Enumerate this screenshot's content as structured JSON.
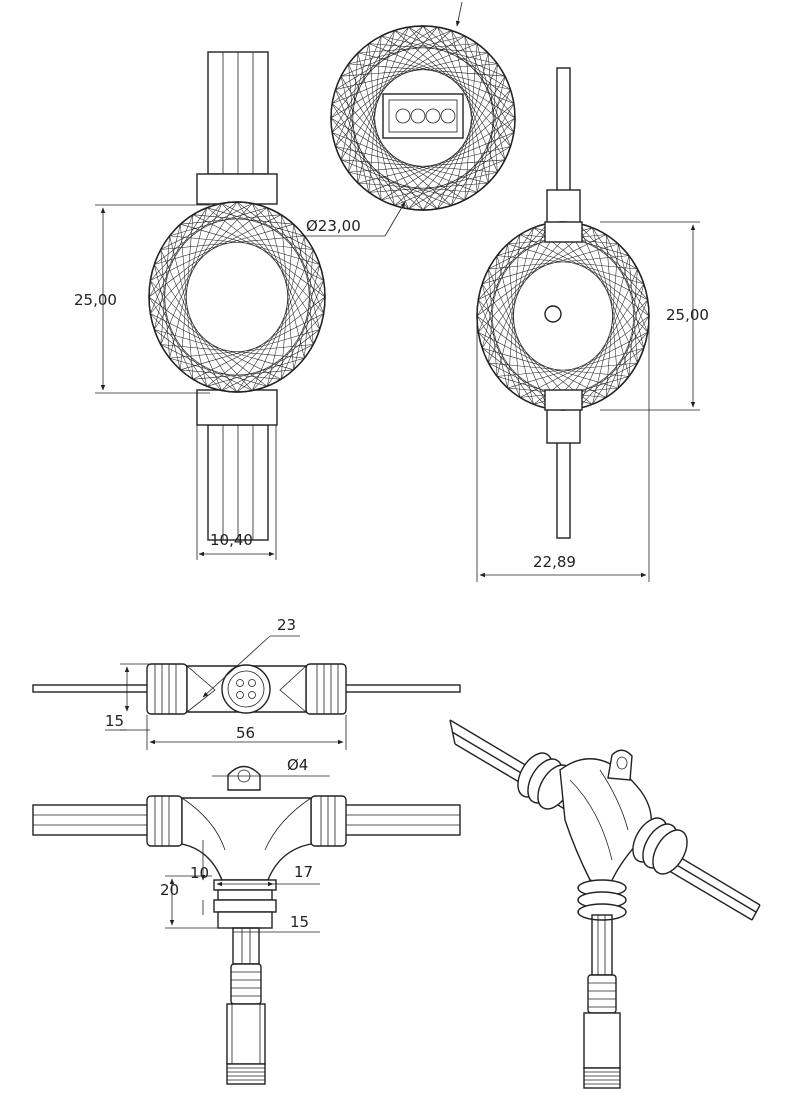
{
  "dimensions": {
    "front_height": "25,00",
    "front_width": "10,40",
    "top_diameter": "Ø23,00",
    "side_height": "25,00",
    "side_width": "22,89",
    "conn_diameter": "23",
    "conn_height": "15",
    "conn_length": "56",
    "hole_diameter": "Ø4",
    "t_branch_offset": "10",
    "t_branch_width": "17",
    "t_branch_length": "20",
    "t_branch_neck": "15"
  },
  "colors": {
    "line": "#222222",
    "background": "#ffffff"
  }
}
